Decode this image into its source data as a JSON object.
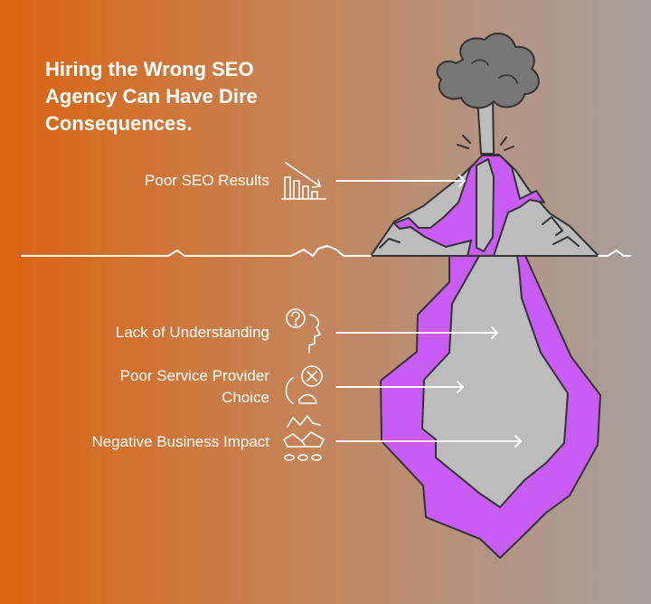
{
  "title": {
    "line1": "Hiring the Wrong SEO",
    "line2": "Agency Can Have Dire",
    "line3": "Consequences."
  },
  "items": [
    {
      "lines": [
        "Poor SEO Results"
      ],
      "icon": "declining-chart-icon"
    },
    {
      "lines": [
        "Lack of Understanding"
      ],
      "icon": "confused-head-icon"
    },
    {
      "lines": [
        "Poor Service Provider",
        "Choice"
      ],
      "icon": "cancel-circle-icon"
    },
    {
      "lines": [
        "Negative Business Impact"
      ],
      "icon": "broken-ground-icon"
    }
  ],
  "colors": {
    "background_left": "#dc6410",
    "background_right": "#a79f9c",
    "magma": "#c95cf5",
    "rock": "#bcbcbc",
    "outline": "#333333"
  }
}
